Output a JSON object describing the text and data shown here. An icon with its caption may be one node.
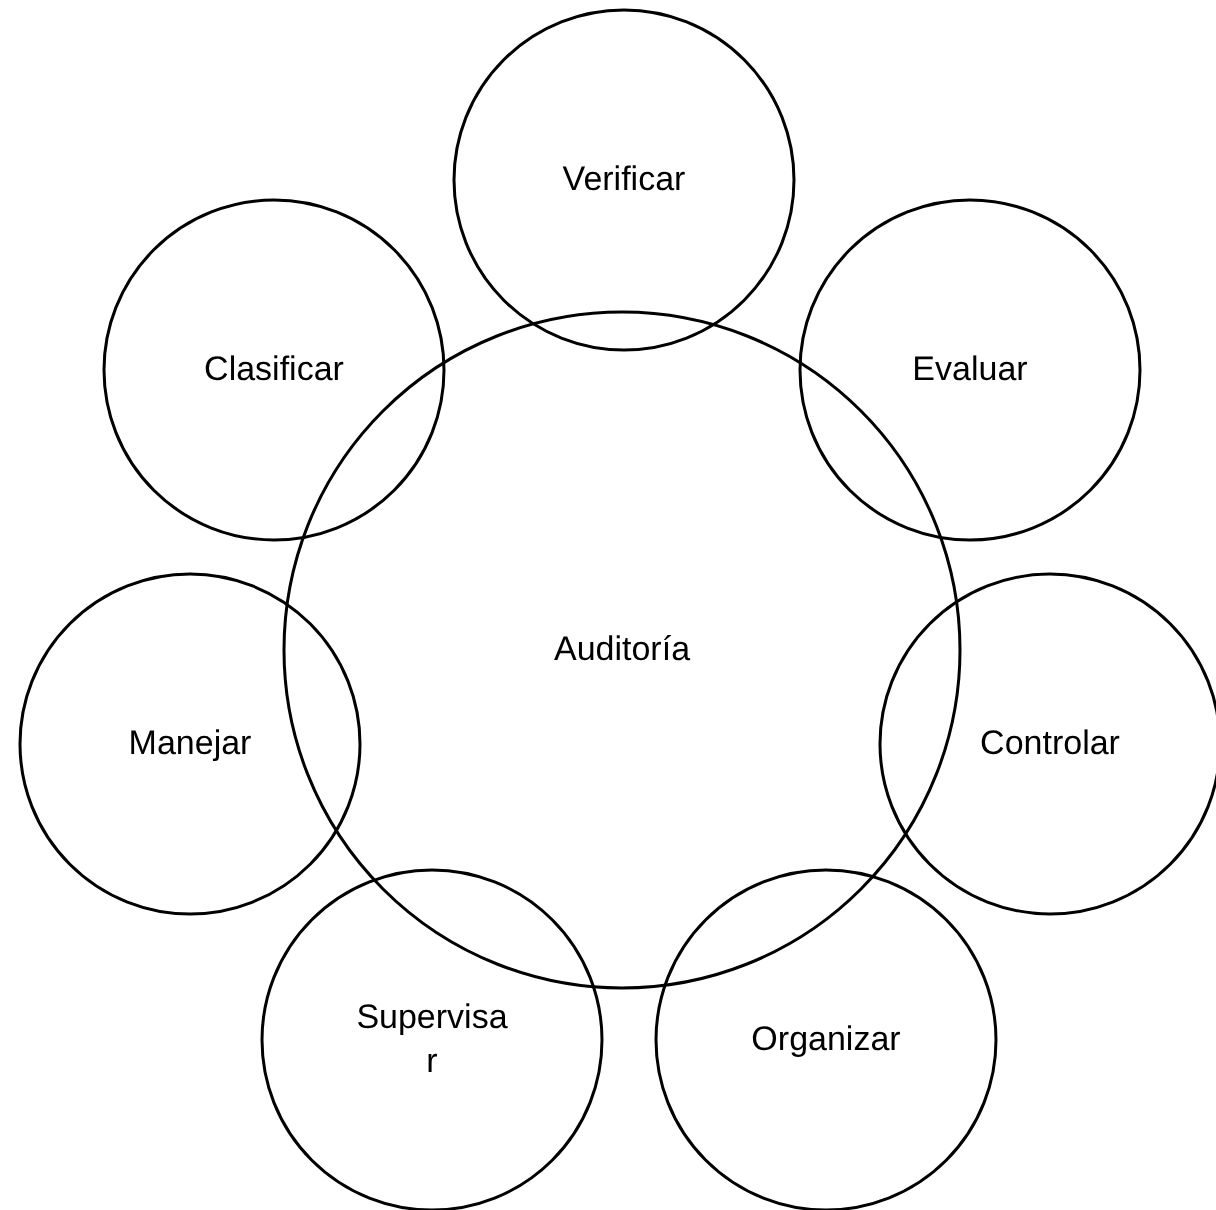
{
  "diagram": {
    "nodes": [
      {
        "text": [
          "Verificar"
        ]
      },
      {
        "text": [
          "Clasificar"
        ]
      },
      {
        "text": [
          "Evaluar"
        ]
      },
      {
        "text": [
          "Auditoría"
        ]
      },
      {
        "text": [
          "Manejar"
        ]
      },
      {
        "text": [
          "Controlar"
        ]
      },
      {
        "text": [
          "Supervisar"
        ]
      },
      {
        "text": [
          "Organizar"
        ]
      }
    ]
  }
}
